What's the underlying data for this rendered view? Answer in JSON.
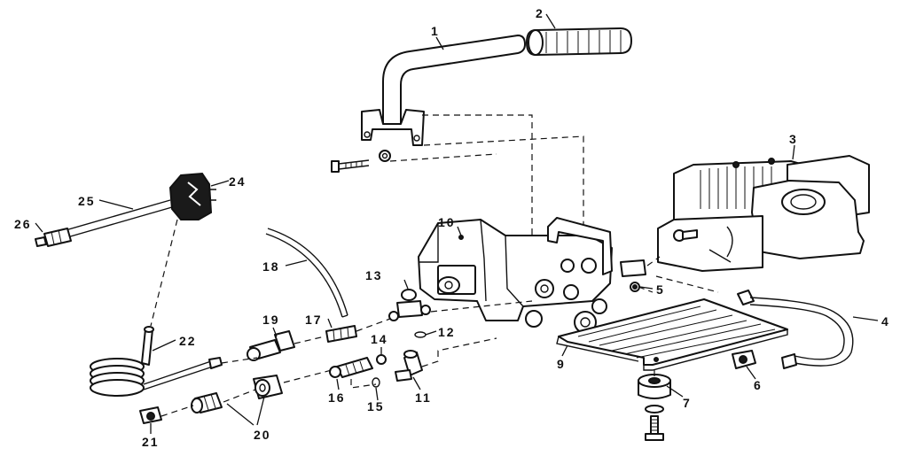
{
  "diagram": {
    "callouts": [
      {
        "id": "1",
        "text": "1"
      },
      {
        "id": "2",
        "text": "2"
      },
      {
        "id": "3",
        "text": "3"
      },
      {
        "id": "4",
        "text": "4"
      },
      {
        "id": "5",
        "text": "5"
      },
      {
        "id": "6",
        "text": "6"
      },
      {
        "id": "7",
        "text": "7"
      },
      {
        "id": "9",
        "text": "9"
      },
      {
        "id": "10",
        "text": "10"
      },
      {
        "id": "11",
        "text": "11"
      },
      {
        "id": "12",
        "text": "12"
      },
      {
        "id": "13",
        "text": "13"
      },
      {
        "id": "14",
        "text": "14"
      },
      {
        "id": "15",
        "text": "15"
      },
      {
        "id": "16",
        "text": "16"
      },
      {
        "id": "17",
        "text": "17"
      },
      {
        "id": "18",
        "text": "18"
      },
      {
        "id": "19",
        "text": "19"
      },
      {
        "id": "20",
        "text": "20"
      },
      {
        "id": "21",
        "text": "21"
      },
      {
        "id": "22",
        "text": "22"
      },
      {
        "id": "24",
        "text": "24"
      },
      {
        "id": "25",
        "text": "25"
      },
      {
        "id": "26",
        "text": "26"
      }
    ],
    "colors": {
      "ink": "#111111",
      "paper": "#ffffff"
    }
  }
}
